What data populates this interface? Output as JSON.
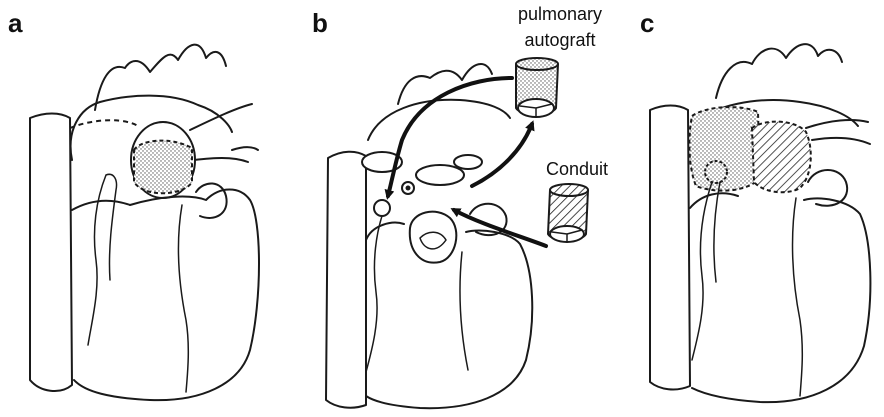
{
  "panels": [
    {
      "label": "a"
    },
    {
      "label": "b"
    },
    {
      "label": "c"
    }
  ],
  "callouts": {
    "autograft_line1": "pulmonary",
    "autograft_line2": "autograft",
    "conduit": "Conduit"
  }
}
